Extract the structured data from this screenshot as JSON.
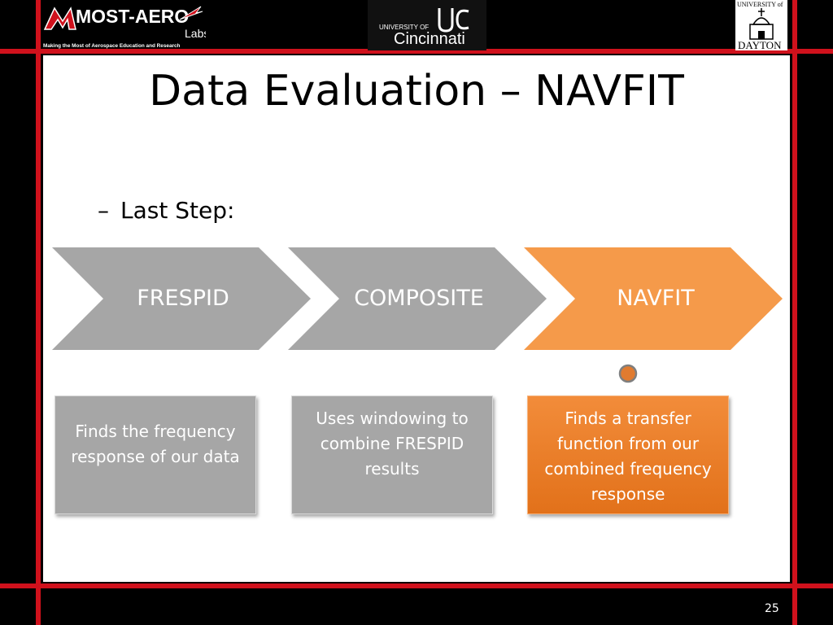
{
  "header": {
    "most_aero": {
      "name": "MOST-AERO",
      "sub": "Labs",
      "tagline": "Making the Most of Aerospace Education and Research"
    },
    "uc": {
      "line1": "UNIVERSITY OF",
      "line2": "Cincinnati"
    },
    "ud": {
      "line1": "UNIVERSITY of",
      "line2": "DAYTON"
    }
  },
  "slide": {
    "title": "Data Evaluation – NAVFIT",
    "bullet_marker": "–",
    "bullet_text": "Last Step:",
    "steps": [
      {
        "label": "FRESPID",
        "description": "Finds the frequency response of our data",
        "color": "#a6a6a6"
      },
      {
        "label": "COMPOSITE",
        "description": "Uses windowing to combine FRESPID results",
        "color": "#a6a6a6"
      },
      {
        "label": "NAVFIT",
        "description": "Finds a transfer function from our combined frequency response",
        "color": "#f59a4a"
      }
    ],
    "page_number": "25"
  },
  "colors": {
    "frame_red": "#d0111c",
    "gray_step": "#a6a6a6",
    "orange_step": "#f59a4a",
    "orange_box": "#e8791f"
  }
}
